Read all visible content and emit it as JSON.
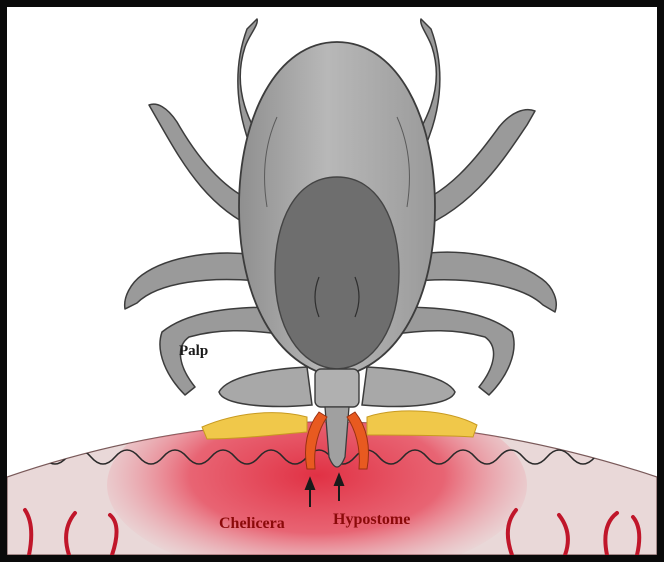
{
  "figure": {
    "labels": {
      "palp": "Palp",
      "chelicera": "Chelicera",
      "hypostome": "Hypostome"
    },
    "colors": {
      "frame": "#0a0a0a",
      "body_outer": "#a9a9a9",
      "body_inner": "#6e6e6e",
      "legs": "#9a9a9a",
      "outline": "#3c3c3c",
      "skin": "#e8d6d6",
      "blood": "#e23a4a",
      "vessels": "#c0162a",
      "cement": "#f0c84a",
      "label_red": "#8b0a0a"
    }
  }
}
